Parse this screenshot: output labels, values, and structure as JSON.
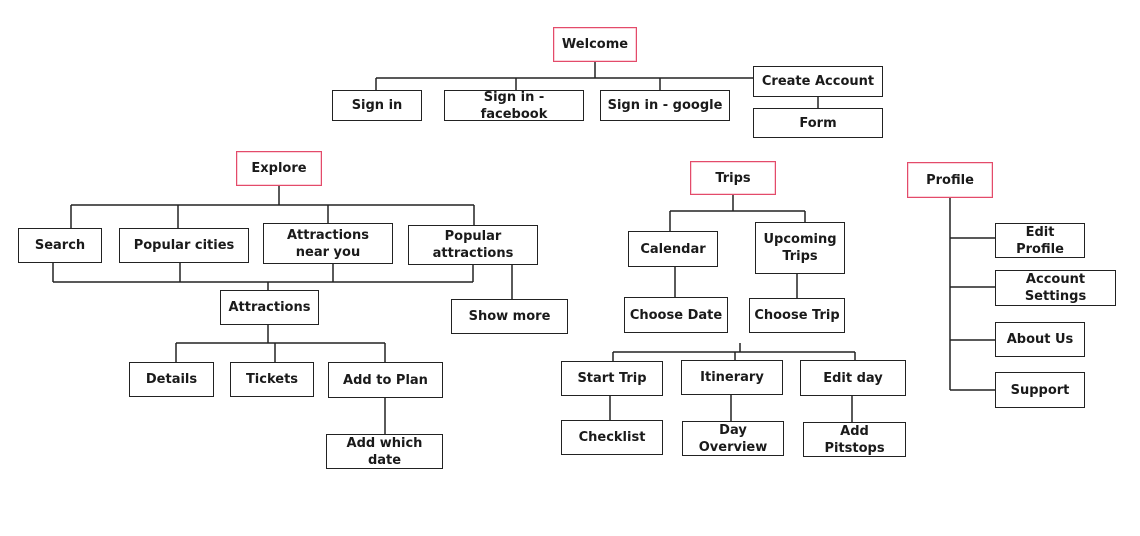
{
  "colors": {
    "line": "#222222",
    "section_border": "#e34b6a",
    "box_border": "#222222",
    "text": "#1a1a1a"
  },
  "nodes": {
    "welcome": "Welcome",
    "sign_in": "Sign in",
    "sign_in_facebook": "Sign in - facebook",
    "sign_in_google": "Sign in - google",
    "create_account": "Create Account",
    "form": "Form",
    "explore": "Explore",
    "search": "Search",
    "popular_cities": "Popular cities",
    "attractions_near_you": "Attractions\nnear you",
    "popular_attractions": "Popular\nattractions",
    "attractions": "Attractions",
    "show_more": "Show more",
    "details": "Details",
    "tickets": "Tickets",
    "add_to_plan": "Add to Plan",
    "add_which_date": "Add which date",
    "trips": "Trips",
    "calendar": "Calendar",
    "upcoming_trips": "Upcoming\nTrips",
    "choose_date": "Choose Date",
    "choose_trip": "Choose Trip",
    "start_trip": "Start Trip",
    "itinerary": "Itinerary",
    "edit_day": "Edit day",
    "checklist": "Checklist",
    "day_overview": "Day Overview",
    "add_pitstops": "Add Pitstops",
    "profile": "Profile",
    "edit_profile": "Edit Profile",
    "account_settings": "Account Settings",
    "about_us": "About Us",
    "support": "Support"
  }
}
